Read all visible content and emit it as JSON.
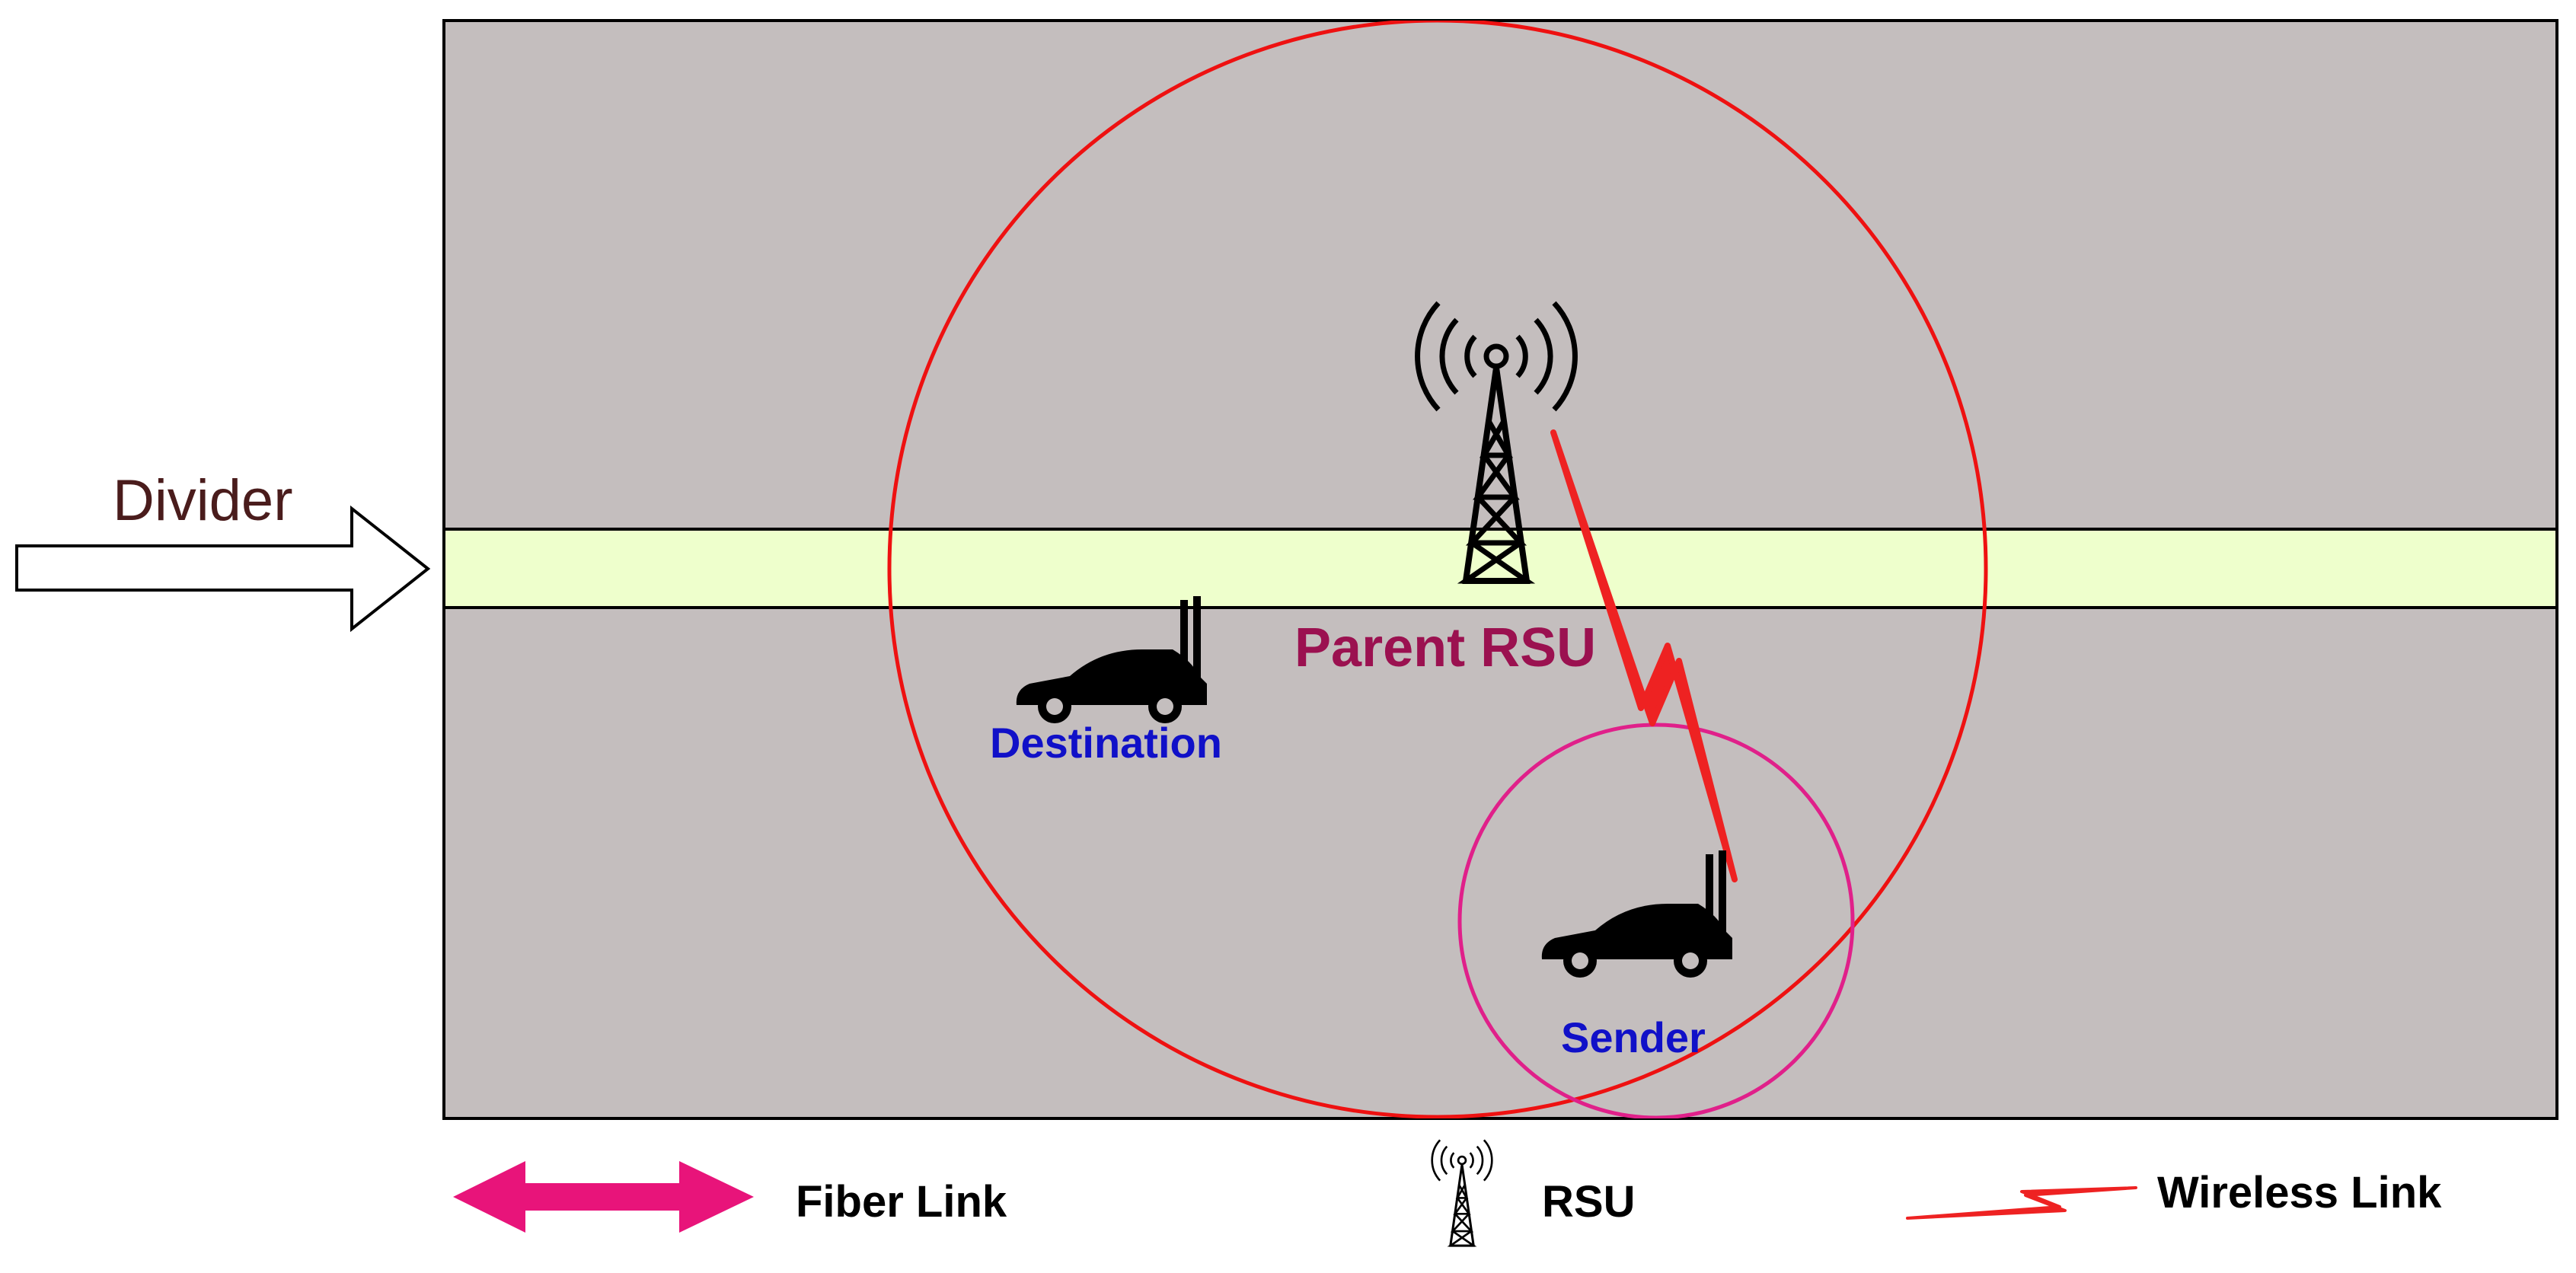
{
  "labels": {
    "divider": "Divider",
    "parent_rsu": "Parent RSU",
    "destination": "Destination",
    "sender": "Sender"
  },
  "legend": {
    "fiber_link": "Fiber Link",
    "rsu": "RSU",
    "wireless_link": "Wireless Link"
  },
  "colors": {
    "road": "#c4bebe",
    "divider_strip": "#eeffcc",
    "rsu_range_circle": "#ee1111",
    "sender_range_circle": "#e0208a",
    "wireless_link": "#ee2222",
    "fiber_link": "#e8147a",
    "parent_rsu_label": "#9b1150",
    "vehicle_label": "#1010c8",
    "icons": "#000000"
  },
  "icons": {
    "rsu": "radio-tower-icon",
    "vehicle": "car-icon",
    "divider_pointer": "right-arrow-icon",
    "fiber": "double-arrow-icon",
    "wireless": "lightning-link-icon"
  }
}
